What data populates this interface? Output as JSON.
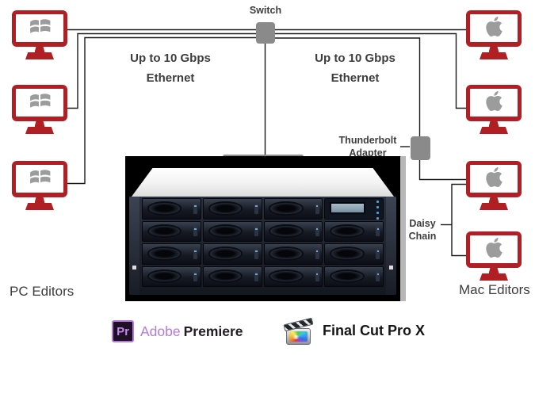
{
  "diagram": {
    "switch_label": "Switch",
    "ethernet": {
      "line1": "Up to 10 Gbps",
      "line2": "Ethernet"
    },
    "thunderbolt_adapter": {
      "line1": "Thunderbolt",
      "line2": "Adapter"
    },
    "daisy_chain": {
      "line1": "Daisy",
      "line2": "Chain"
    },
    "pc_editors_label": "PC Editors",
    "mac_editors_label": "Mac Editors",
    "pc_count": 3,
    "mac_count": 4
  },
  "logos": {
    "adobe_premiere": {
      "badge_text": "Pr",
      "brand": "Adobe",
      "product": "Premiere"
    },
    "final_cut": {
      "label": "Final Cut Pro X"
    }
  },
  "icons": {
    "windows_logo": "windows-flag",
    "apple_logo": "apple",
    "switch_device": "gray-switch-box",
    "thunderbolt_device": "gray-adapter-box",
    "premiere_badge": "pr-square",
    "final_cut_badge": "clapperboard"
  },
  "colors": {
    "monitor_red": "#b01f24",
    "logo_gray": "#9c9c9c",
    "device_gray": "#8a8a8a",
    "label_text": "#3d3d3d",
    "line_black": "#1a1a1a",
    "adobe_purple": "#b678de",
    "premiere_text": "#221d22",
    "final_cut_text": "#151515"
  }
}
